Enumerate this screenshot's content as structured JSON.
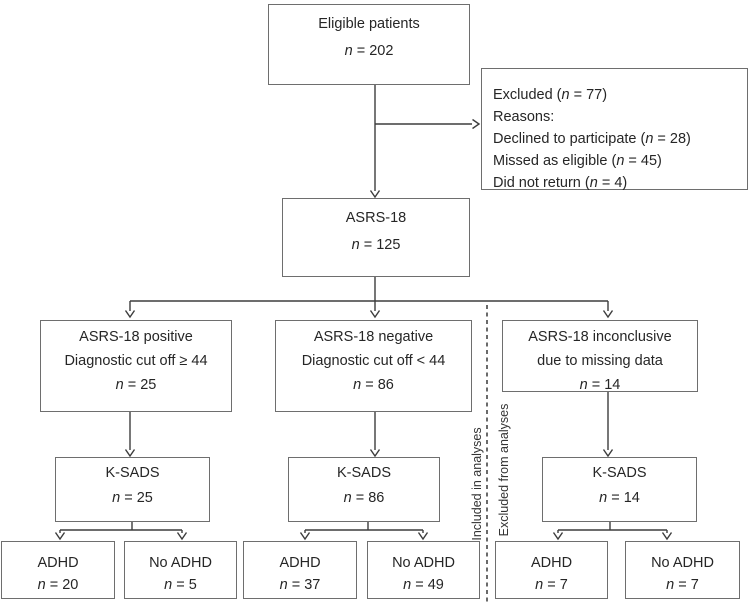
{
  "figure": {
    "boxes": {
      "eligible": {
        "title": "Eligible patients",
        "n": "n",
        "value": " = 202"
      },
      "asrs": {
        "title": "ASRS-18",
        "n": "n",
        "value": " = 125"
      },
      "asrs_positive": {
        "title": "ASRS-18 positive",
        "subtitle": "Diagnostic cut off ≥ 44",
        "n": "n",
        "value": " = 25"
      },
      "asrs_negative": {
        "title": "ASRS-18 negative",
        "subtitle": "Diagnostic cut off < 44",
        "n": "n",
        "value": " = 86"
      },
      "asrs_inconclusive": {
        "title": "ASRS-18 inconclusive",
        "subtitle": "due to missing data",
        "n": "n",
        "value": " = 14"
      },
      "ksads_positive": {
        "title": "K-SADS",
        "n": "n",
        "value": " = 25"
      },
      "ksads_negative": {
        "title": "K-SADS",
        "n": "n",
        "value": " = 86"
      },
      "ksads_inconclusive": {
        "title": "K-SADS",
        "n": "n",
        "value": " = 14"
      },
      "adhd_positive": {
        "title": "ADHD",
        "n": "n",
        "value": " = 20"
      },
      "noadhd_positive": {
        "title": "No ADHD",
        "n": "n",
        "value": " = 5"
      },
      "adhd_negative": {
        "title": "ADHD",
        "n": "n",
        "value": " = 37"
      },
      "noadhd_negative": {
        "title": "No ADHD",
        "n": "n",
        "value": " = 49"
      },
      "adhd_inconclusive": {
        "title": "ADHD",
        "n": "n",
        "value": " = 7"
      },
      "noadhd_inconclusive": {
        "title": "No ADHD",
        "n": "n",
        "value": " = 7"
      },
      "excluded": {
        "lines": [
          {
            "pre": "Excluded (",
            "n": "n",
            "post": " = 77)"
          },
          {
            "pre": "Reasons:",
            "n": "",
            "post": ""
          },
          {
            "pre": "Declined to participate (",
            "n": "n",
            "post": " = 28)"
          },
          {
            "pre": "Missed as eligible (",
            "n": "n",
            "post": " = 45)"
          },
          {
            "pre": "Did not return (",
            "n": "n",
            "post": " = 4)"
          }
        ]
      }
    },
    "separator": {
      "left_label": "Included in analyses",
      "right_label": "Excluded from analyses"
    },
    "colors": {
      "box_border": "#6e6e6e",
      "connector": "#3d3d3d",
      "separator_line": "#1a1a1a",
      "text": "#262626"
    }
  }
}
